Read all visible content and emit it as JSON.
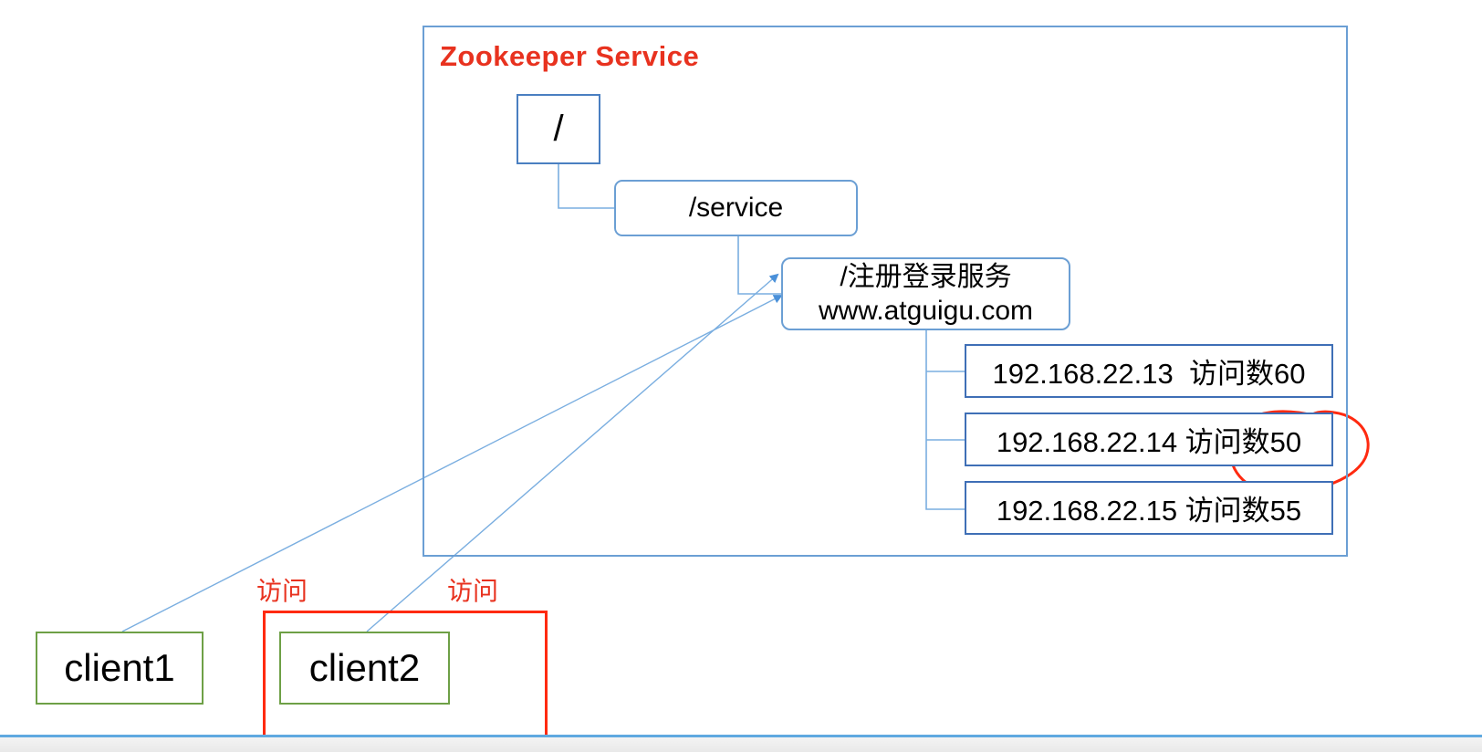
{
  "service": {
    "title": "Zookeeper Service",
    "frame_color": "#6b9fd4",
    "title_color": "#e8321f"
  },
  "nodes": {
    "root": "/",
    "service": "/service",
    "login_line1": "/注册登录服务",
    "login_line2": "www.atguigu.com",
    "servers": [
      "192.168.22.13  访问数60",
      "192.168.22.14 访问数50",
      "192.168.22.15 访问数55"
    ]
  },
  "clients": {
    "client1": "client1",
    "client2": "client2"
  },
  "edge_labels": {
    "access_1": "访问",
    "access_2": "访问"
  },
  "annotation_color": "#ff2a10"
}
